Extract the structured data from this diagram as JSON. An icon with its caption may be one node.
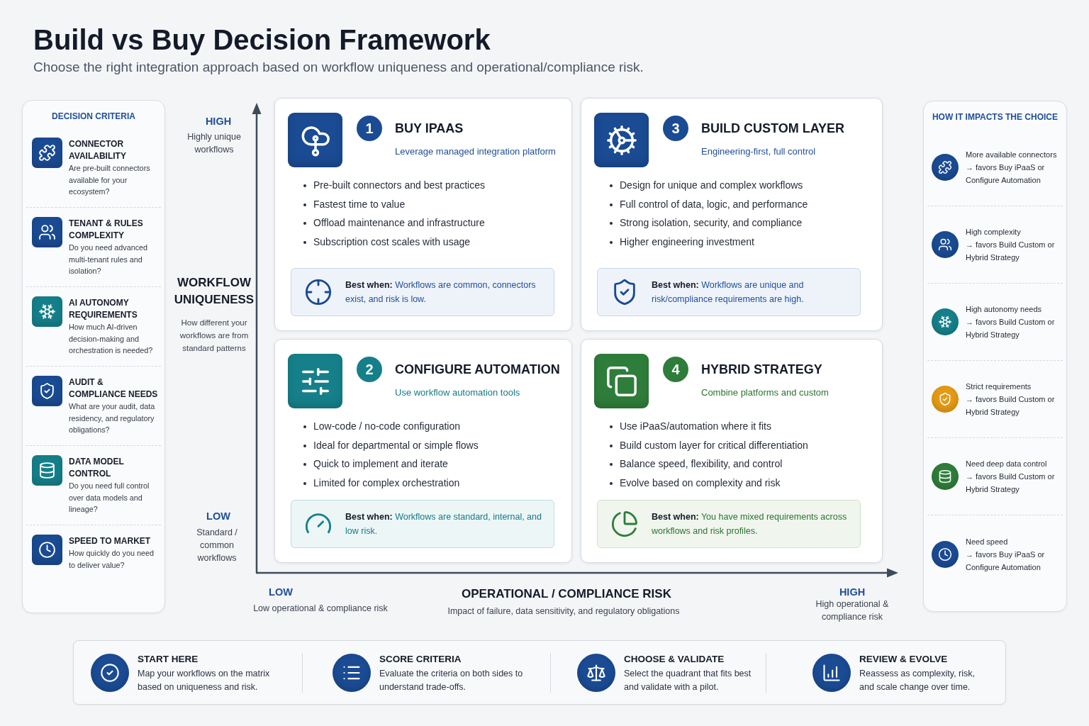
{
  "diagram": {
    "title": "Build vs Buy Decision Framework",
    "nodes": [
      {
        "text": [
          "DECISION CRITERIA"
        ]
      },
      {
        "text": [
          "CONNECTOR AVAILABILITY",
          "Are pre-built connectors available for your ecosystem?"
        ],
        "in": 0
      },
      {
        "text": [
          "TENANT & RULES COMPLEXITY",
          "Do you need advanced multi-tenant rules and isolation?"
        ],
        "in": 0
      },
      {
        "text": [
          "AI AUTONOMY REQUIREMENTS",
          "How much AI-driven decision-making and orchestration is needed?"
        ],
        "in": 0
      },
      {
        "text": [
          "AUDIT & COMPLIANCE NEEDS",
          "What are your audit, data residency, and regulatory obligations?"
        ],
        "in": 0
      },
      {
        "text": [
          "DATA MODEL CONTROL",
          "Do you need full control over data models and lineage?"
        ],
        "in": 0
      },
      {
        "text": [
          "SPEED TO MARKET",
          "How quickly do you need to deliver value?"
        ],
        "in": 0
      },
      {
        "text": [
          "BUY IPAAS",
          "Leverage managed integration platform",
          "Pre-built connectors and best practices",
          "Fastest time to value",
          "Offload maintenance and infrastructure",
          "Subscription cost scales with usage"
        ]
      },
      {
        "text": [
          "1"
        ],
        "in": 7
      },
      {
        "text": [
          "**Best when:** Workflows are common, connectors exist, and risk is low."
        ],
        "in": 7
      },
      {
        "text": [
          "BUILD CUSTOM LAYER",
          "Engineering-first, full control",
          "Design for unique and complex workflows",
          "Full control of data, logic, and performance",
          "Strong isolation, security, and compliance",
          "Higher engineering investment"
        ]
      },
      {
        "text": [
          "3"
        ],
        "in": 10
      },
      {
        "text": [
          "**Best when:** Workflows are unique and risk/compliance requirements are high."
        ],
        "in": 10
      },
      {
        "text": [
          "CONFIGURE AUTOMATION",
          "Use workflow automation tools",
          "Low-code / no-code configuration",
          "Ideal for departmental or simple flows",
          "Quick to implement and iterate",
          "Limited for complex orchestration"
        ]
      },
      {
        "text": [
          "2"
        ],
        "in": 13
      },
      {
        "text": [
          "**Best when:** Workflows are standard, internal, and low risk."
        ],
        "in": 13
      },
      {
        "text": [
          "HYBRID STRATEGY",
          "Combine platforms and custom",
          "Use iPaaS/automation where it fits",
          "Build custom layer for critical differentiation",
          "Balance speed, flexibility, and control",
          "Evolve based on complexity and risk"
        ]
      },
      {
        "text": [
          "4"
        ],
        "in": 16
      },
      {
        "text": [
          "**Best when:** You have mixed requirements across workflows and risk profiles."
        ],
        "in": 16
      },
      {
        "text": [
          "HOW IT IMPACTS THE CHOICE"
        ]
      },
      {
        "text": [
          "More available connectors",
          "→ favors Buy iPaaS or Configure Automation"
        ],
        "in": 19
      },
      {
        "text": [
          "High complexity",
          "→ favors Build Custom or Hybrid Strategy"
        ],
        "in": 19
      },
      {
        "text": [
          "High autonomy needs",
          "→ favors Build Custom or Hybrid Strategy"
        ],
        "in": 19
      },
      {
        "text": [
          "Strict requirements",
          "→ favors Build Custom or Hybrid Strategy"
        ],
        "in": 19
      },
      {
        "text": [
          "Need deep data control",
          "→ favors Build Custom or Hybrid Strategy"
        ],
        "in": 19
      },
      {
        "text": [
          "Need speed",
          "→ favors Buy iPaaS or Configure Automation"
        ],
        "in": 19
      },
      {
        "text": [],
        "shape": "box"
      },
      {
        "text": [
          "START HERE",
          "Map your workflows on the matrix based on uniqueness and risk."
        ],
        "in": 26
      },
      {
        "text": [
          "SCORE CRITERIA",
          "Evaluate the criteria on both sides to understand trade-offs."
        ],
        "in": 26
      },
      {
        "text": [
          "CHOOSE & VALIDATE",
          "Select the quadrant that fits best and validate with a pilot."
        ],
        "in": 26
      },
      {
        "text": [
          "REVIEW & EVOLVE",
          "Reassess as complexity, risk, and scale change over time."
        ],
        "in": 26
      }
    ],
    "labels": [
      "Choose the right integration approach based on workflow uniqueness and operational/compliance risk.",
      "HIGH",
      "Highly unique workflows",
      "WORKFLOW UNIQUENESS",
      "How different your workflows are from standard patterns",
      "LOW",
      "Standard / common workflows",
      "LOW",
      "Low operational & compliance risk",
      "OPERATIONAL / COMPLIANCE RISK",
      "Impact of failure, data sensitivity, and regulatory obligations",
      "HIGH",
      "High operational & compliance risk"
    ]
  }
}
